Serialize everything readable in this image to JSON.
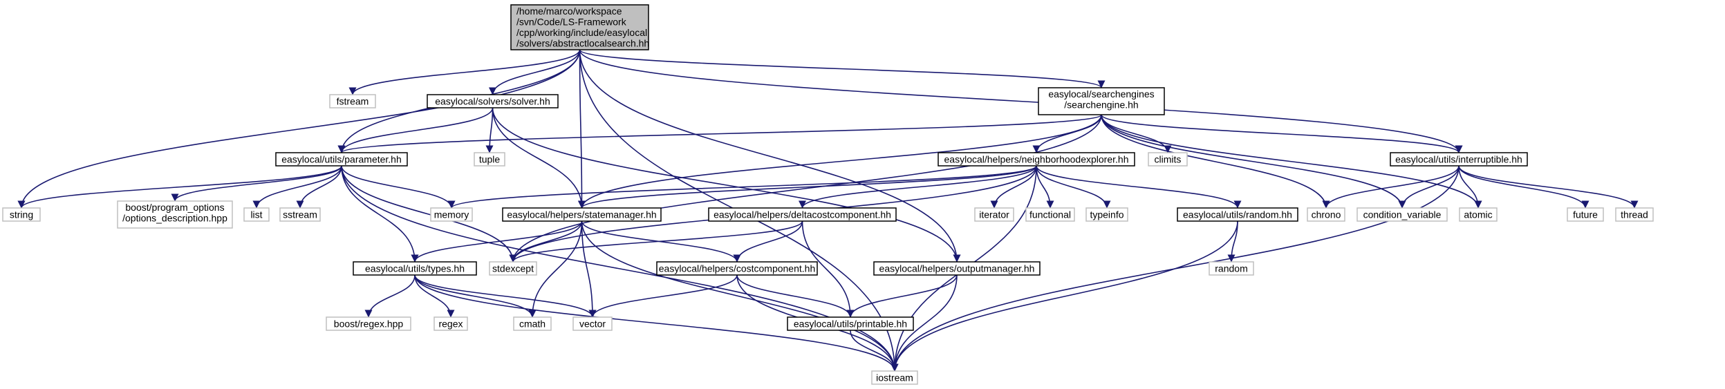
{
  "colors": {
    "edge": "#191970",
    "root_fill": "#bfbfbf",
    "root_border": "#000000",
    "documented_border": "#000000",
    "external_border": "#bfbfbf",
    "external_text": "#000000",
    "background": "#ffffff"
  },
  "nodes": [
    {
      "id": "root",
      "kind": "root",
      "lines": [
        "/home/marco/workspace",
        "/svn/Code/LS-Framework",
        "/cpp/working/include/easylocal",
        "/solvers/abstractlocalsearch.hh"
      ]
    },
    {
      "id": "fstream",
      "kind": "external",
      "lines": [
        "fstream"
      ]
    },
    {
      "id": "solver",
      "kind": "documented",
      "lines": [
        "easylocal/solvers/solver.hh"
      ]
    },
    {
      "id": "searchengine",
      "kind": "documented",
      "lines": [
        "easylocal/searchengines",
        "/searchengine.hh"
      ]
    },
    {
      "id": "parameter",
      "kind": "documented",
      "lines": [
        "easylocal/utils/parameter.hh"
      ]
    },
    {
      "id": "tuple",
      "kind": "external",
      "lines": [
        "tuple"
      ]
    },
    {
      "id": "climits",
      "kind": "external",
      "lines": [
        "climits"
      ]
    },
    {
      "id": "neighborhood",
      "kind": "documented",
      "lines": [
        "easylocal/helpers/neighborhoodexplorer.hh"
      ]
    },
    {
      "id": "interruptible",
      "kind": "documented",
      "lines": [
        "easylocal/utils/interruptible.hh"
      ]
    },
    {
      "id": "string",
      "kind": "external",
      "lines": [
        "string"
      ]
    },
    {
      "id": "boostpo",
      "kind": "external",
      "lines": [
        "boost/program_options",
        "/options_description.hpp"
      ]
    },
    {
      "id": "list",
      "kind": "external",
      "lines": [
        "list"
      ]
    },
    {
      "id": "sstream",
      "kind": "external",
      "lines": [
        "sstream"
      ]
    },
    {
      "id": "memory",
      "kind": "external",
      "lines": [
        "memory"
      ]
    },
    {
      "id": "statemanager",
      "kind": "documented",
      "lines": [
        "easylocal/helpers/statemanager.hh"
      ]
    },
    {
      "id": "deltacost",
      "kind": "documented",
      "lines": [
        "easylocal/helpers/deltacostcomponent.hh"
      ]
    },
    {
      "id": "iterator",
      "kind": "external",
      "lines": [
        "iterator"
      ]
    },
    {
      "id": "functional",
      "kind": "external",
      "lines": [
        "functional"
      ]
    },
    {
      "id": "typeinfo",
      "kind": "external",
      "lines": [
        "typeinfo"
      ]
    },
    {
      "id": "random_hh",
      "kind": "documented",
      "lines": [
        "easylocal/utils/random.hh"
      ]
    },
    {
      "id": "chrono",
      "kind": "external",
      "lines": [
        "chrono"
      ]
    },
    {
      "id": "condvar",
      "kind": "external",
      "lines": [
        "condition_variable"
      ]
    },
    {
      "id": "atomic",
      "kind": "external",
      "lines": [
        "atomic"
      ]
    },
    {
      "id": "future",
      "kind": "external",
      "lines": [
        "future"
      ]
    },
    {
      "id": "thread",
      "kind": "external",
      "lines": [
        "thread"
      ]
    },
    {
      "id": "stdexcept",
      "kind": "external",
      "lines": [
        "stdexcept"
      ]
    },
    {
      "id": "types",
      "kind": "documented",
      "lines": [
        "easylocal/utils/types.hh"
      ]
    },
    {
      "id": "costcomponent",
      "kind": "documented",
      "lines": [
        "easylocal/helpers/costcomponent.hh"
      ]
    },
    {
      "id": "outputmanager",
      "kind": "documented",
      "lines": [
        "easylocal/helpers/outputmanager.hh"
      ]
    },
    {
      "id": "random",
      "kind": "external",
      "lines": [
        "random"
      ]
    },
    {
      "id": "boostregex",
      "kind": "external",
      "lines": [
        "boost/regex.hpp"
      ]
    },
    {
      "id": "regex",
      "kind": "external",
      "lines": [
        "regex"
      ]
    },
    {
      "id": "cmath",
      "kind": "external",
      "lines": [
        "cmath"
      ]
    },
    {
      "id": "vector",
      "kind": "external",
      "lines": [
        "vector"
      ]
    },
    {
      "id": "printable",
      "kind": "documented",
      "lines": [
        "easylocal/utils/printable.hh"
      ]
    },
    {
      "id": "iostream",
      "kind": "external",
      "lines": [
        "iostream"
      ]
    }
  ],
  "edges": [
    [
      "root",
      "fstream"
    ],
    [
      "root",
      "solver"
    ],
    [
      "root",
      "searchengine"
    ],
    [
      "root",
      "parameter"
    ],
    [
      "root",
      "string"
    ],
    [
      "root",
      "statemanager"
    ],
    [
      "root",
      "interruptible"
    ],
    [
      "root",
      "outputmanager"
    ],
    [
      "root",
      "iostream"
    ],
    [
      "solver",
      "parameter"
    ],
    [
      "solver",
      "tuple"
    ],
    [
      "solver",
      "statemanager"
    ],
    [
      "solver",
      "outputmanager"
    ],
    [
      "searchengine",
      "parameter"
    ],
    [
      "searchengine",
      "climits"
    ],
    [
      "searchengine",
      "neighborhood"
    ],
    [
      "searchengine",
      "interruptible"
    ],
    [
      "searchengine",
      "stdexcept"
    ],
    [
      "searchengine",
      "statemanager"
    ],
    [
      "searchengine",
      "chrono"
    ],
    [
      "searchengine",
      "condvar"
    ],
    [
      "searchengine",
      "atomic"
    ],
    [
      "parameter",
      "string"
    ],
    [
      "parameter",
      "boostpo"
    ],
    [
      "parameter",
      "list"
    ],
    [
      "parameter",
      "sstream"
    ],
    [
      "parameter",
      "memory"
    ],
    [
      "parameter",
      "stdexcept"
    ],
    [
      "parameter",
      "types"
    ],
    [
      "parameter",
      "iostream"
    ],
    [
      "neighborhood",
      "memory"
    ],
    [
      "neighborhood",
      "statemanager"
    ],
    [
      "neighborhood",
      "deltacost"
    ],
    [
      "neighborhood",
      "iterator"
    ],
    [
      "neighborhood",
      "functional"
    ],
    [
      "neighborhood",
      "typeinfo"
    ],
    [
      "neighborhood",
      "random_hh"
    ],
    [
      "neighborhood",
      "stdexcept"
    ],
    [
      "neighborhood",
      "iostream"
    ],
    [
      "interruptible",
      "chrono"
    ],
    [
      "interruptible",
      "condvar"
    ],
    [
      "interruptible",
      "atomic"
    ],
    [
      "interruptible",
      "future"
    ],
    [
      "interruptible",
      "thread"
    ],
    [
      "interruptible",
      "iostream"
    ],
    [
      "statemanager",
      "types"
    ],
    [
      "statemanager",
      "stdexcept"
    ],
    [
      "statemanager",
      "costcomponent"
    ],
    [
      "statemanager",
      "cmath"
    ],
    [
      "statemanager",
      "vector"
    ],
    [
      "statemanager",
      "iostream"
    ],
    [
      "deltacost",
      "stdexcept"
    ],
    [
      "deltacost",
      "costcomponent"
    ],
    [
      "deltacost",
      "printable"
    ],
    [
      "random_hh",
      "random"
    ],
    [
      "random_hh",
      "iostream"
    ],
    [
      "types",
      "boostregex"
    ],
    [
      "types",
      "regex"
    ],
    [
      "types",
      "cmath"
    ],
    [
      "types",
      "vector"
    ],
    [
      "types",
      "iostream"
    ],
    [
      "costcomponent",
      "vector"
    ],
    [
      "costcomponent",
      "printable"
    ],
    [
      "costcomponent",
      "iostream"
    ],
    [
      "outputmanager",
      "printable"
    ],
    [
      "outputmanager",
      "iostream"
    ],
    [
      "printable",
      "iostream"
    ]
  ]
}
